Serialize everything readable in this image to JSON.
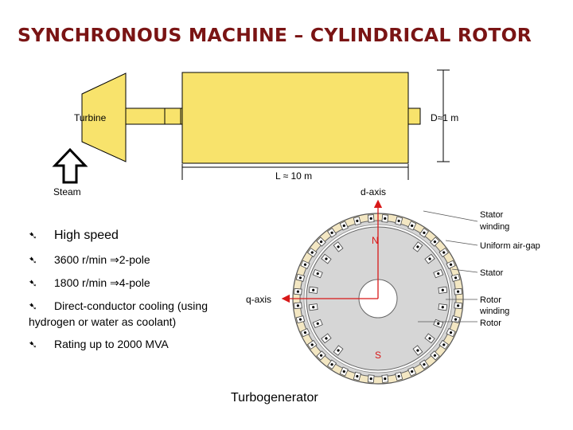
{
  "title": "SYNCHRONOUS MACHINE – CYLINDRICAL ROTOR",
  "labels": {
    "turbine": "Turbine",
    "steam": "Steam",
    "diameter": "D≈1 m",
    "length": "L ≈ 10 m",
    "d_axis": "d-axis",
    "q_axis": "q-axis",
    "north": "N",
    "south": "S",
    "stator_winding_1": "Stator",
    "stator_winding_2": "winding",
    "uniform_air_gap": "Uniform air-gap",
    "stator": "Stator",
    "rotor_winding_1": "Rotor",
    "rotor_winding_2": "winding",
    "rotor": "Rotor",
    "caption": "Turbogenerator"
  },
  "bullets": {
    "marker": "➷",
    "high_speed": "High speed",
    "speed_2pole": "3600 r/min ⇒2-pole",
    "speed_4pole": "1800 r/min ⇒4-pole",
    "cooling_1": "Direct-conductor cooling (using",
    "cooling_2": "hydrogen or water as coolant)",
    "rating": "Rating up to 2000 MVA"
  },
  "colors": {
    "title": "#7a1414",
    "machine_fill": "#f8e36c",
    "stator_ring": "#f3e7c3",
    "axis_line": "#d81818",
    "pole_text": "#d81818"
  }
}
